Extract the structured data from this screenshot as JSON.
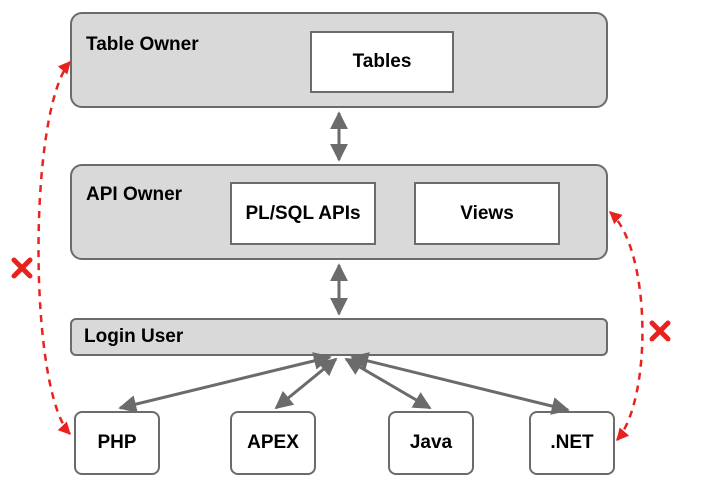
{
  "layers": {
    "table_owner": {
      "label": "Table Owner",
      "tables": "Tables"
    },
    "api_owner": {
      "label": "API Owner",
      "plsql_apis": "PL/SQL APIs",
      "views": "Views"
    },
    "login_user": {
      "label": "Login User"
    }
  },
  "clients": [
    "PHP",
    "APEX",
    "Java",
    ".NET"
  ],
  "colors": {
    "layer_fill": "#d9d9d9",
    "border": "#6b6b6b",
    "arrow": "#6b6b6b",
    "denied": "#e8231f"
  },
  "icons": [
    "blocked-x-icon",
    "blocked-x-icon"
  ]
}
